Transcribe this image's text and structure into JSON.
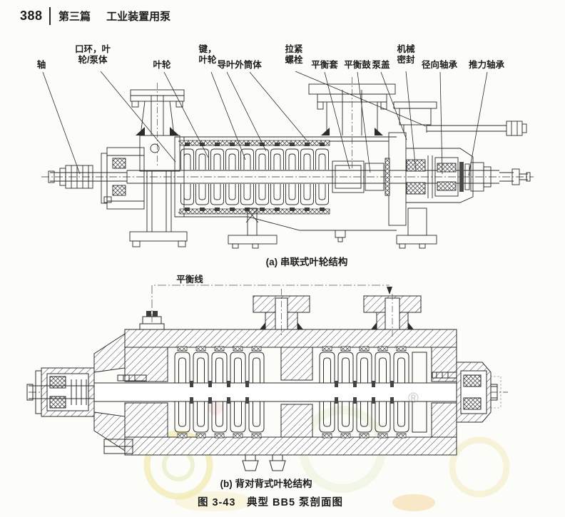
{
  "header": {
    "page_number": "388",
    "part": "第三篇",
    "title": "工业装置用泵"
  },
  "diagram_a": {
    "caption": "(a) 串联式叶轮结构",
    "labels": [
      {
        "id": "shaft",
        "text": "轴"
      },
      {
        "id": "wear-ring-impeller-casing",
        "text": "口环，叶\n轮/泵体"
      },
      {
        "id": "impeller",
        "text": "叶轮"
      },
      {
        "id": "key-impeller",
        "text": "键，\n叶轮"
      },
      {
        "id": "diffuser",
        "text": "导叶"
      },
      {
        "id": "outer-barrel",
        "text": "外筒体"
      },
      {
        "id": "tie-bolt",
        "text": "拉紧\n螺栓"
      },
      {
        "id": "balance-sleeve",
        "text": "平衡套"
      },
      {
        "id": "balance-drum",
        "text": "平衡鼓"
      },
      {
        "id": "pump-cover",
        "text": "泵盖"
      },
      {
        "id": "mechanical-seal",
        "text": "机械\n密封"
      },
      {
        "id": "radial-bearing",
        "text": "径向轴承"
      },
      {
        "id": "thrust-bearing",
        "text": "推力轴承"
      }
    ]
  },
  "diagram_b": {
    "caption": "(b) 背对背式叶轮结构",
    "balance_line_label": "平衡线",
    "watermark_symbol": "®"
  },
  "figure_caption": "图 3-43　典型 BB5 泵剖面图",
  "colors": {
    "ink": "#2b2b2b",
    "paper": "#fcfcf8",
    "watermark_yellow": "#e3cf4b",
    "watermark_green": "#cfe0a0",
    "watermark_orange": "#f0b54a"
  }
}
